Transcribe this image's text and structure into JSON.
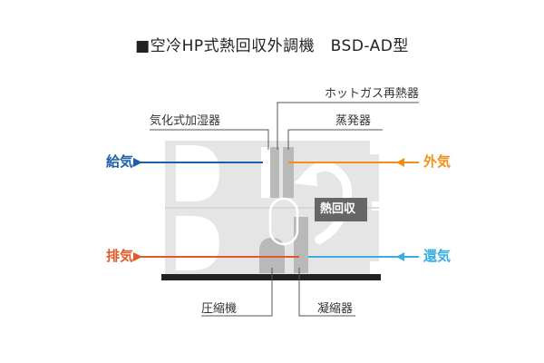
{
  "title": "■空冷HP式熱回収外調機　BSD-AD型",
  "labels": {
    "hot_gas_reheater": "ホットガス再熱器",
    "humidifier": "気化式加湿器",
    "evaporator": "蒸発器",
    "compressor": "圧縮機",
    "condenser": "凝縮器",
    "heat_recovery": "熱回収"
  },
  "flows": {
    "supply_air": "給気",
    "outdoor_air": "外気",
    "exhaust_air": "排気",
    "return_air": "還気"
  },
  "colors": {
    "supply": "#1f5fa8",
    "outdoor": "#f0901a",
    "exhaust": "#e05a2a",
    "return": "#3aaee0",
    "unit_body": "#e5e5e5",
    "component": "#b9b9b9",
    "base": "#222222"
  }
}
